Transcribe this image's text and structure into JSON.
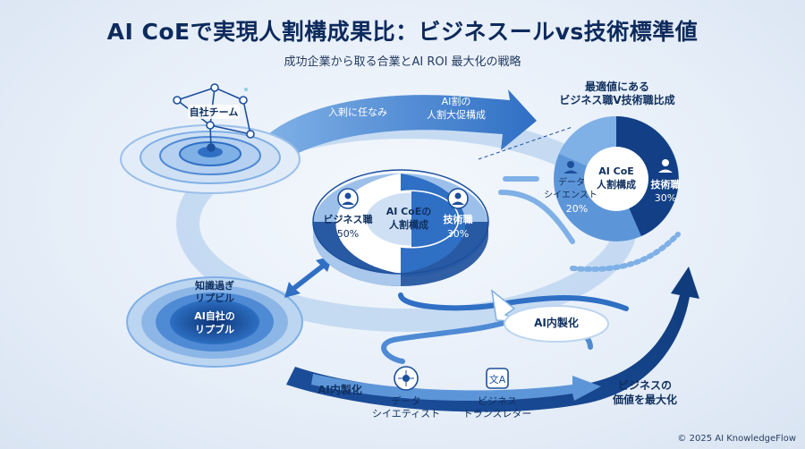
{
  "title": "AI CoEで実現人割構成果比：ビジネスールvs技術標準値",
  "subtitle": "成功企業から取る合業とAI ROI 最大化の戦略",
  "team": {
    "label": "自社チーム"
  },
  "arrow_top": {
    "left_text": "入剌に任なみ",
    "right_text_1": "AI割の",
    "right_text_2": "人割大促構成"
  },
  "center_ring": {
    "title_1": "AI CoEの",
    "title_2": "人割構成",
    "left_label": "ビジネス職",
    "left_pct": "50%",
    "right_label": "技術職",
    "right_pct": "30%"
  },
  "optimal": {
    "heading_1": "最適値にある",
    "heading_2": "ビジネス職V技術職比成",
    "title_1": "AI CoE",
    "title_2": "人割構成",
    "ds_label_1": "データ",
    "ds_label_2": "シイエンスト",
    "ds_pct": "20%",
    "tech_label": "技術職",
    "tech_pct": "30%"
  },
  "lower_left": {
    "outer_1": "知識過ぎ",
    "outer_2": "リプビル",
    "inner_1": "AI自社の",
    "inner_2": "リプブル"
  },
  "flow": {
    "inhouse_right": "AI内製化",
    "inhouse_left": "AI内製化",
    "data_scientist_1": "データ",
    "data_scientist_2": "シイエティスト",
    "translator_1": "ビジネス",
    "translator_2": "トランスレター",
    "maximize_1": "ビジネスの",
    "maximize_2": "価値を最大化"
  },
  "footer": "© 2025 AI KnowledgeFlow",
  "colors": {
    "dark_blue": "#123f85",
    "mid_blue": "#2f6fc4",
    "light_blue": "#8cb6e6",
    "pale_blue": "#d6e6f7"
  }
}
